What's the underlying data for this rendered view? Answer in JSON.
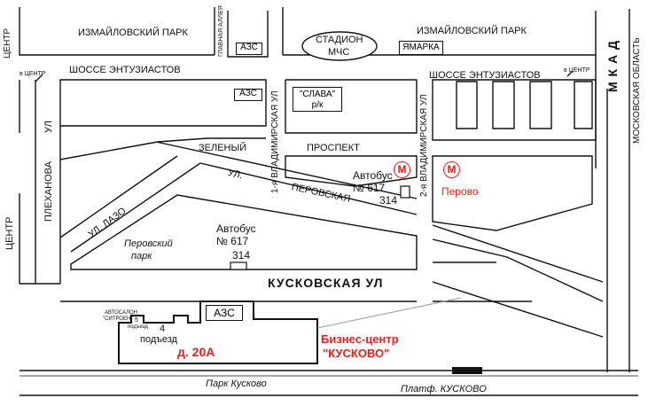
{
  "streets": {
    "izmailovsky_park_left": "ИЗМАЙЛОВСКИЙ ПАРК",
    "izmailovsky_park_right": "ИЗМАЙЛОВСКИЙ ПАРК",
    "glavnaya_alleya": "ГЛАВНАЯ АЛЛЕЯ",
    "shosse_left": "ШОССЕ ЭНТУЗИАСТОВ",
    "shosse_right": "ШОССЕ ЭНТУЗИАСТОВ",
    "zeleny": "ЗЕЛЕНЫЙ",
    "prospekt": "ПРОСПЕКТ",
    "vladimirskaya_1": "1-я ВЛАДИМИРСКАЯ УЛ",
    "vladimirskaya_2": "2-я ВЛАДИМИРСКАЯ УЛ",
    "ul_left": "УЛ",
    "plekhanova": "ПЛЕХАНОВА",
    "ul_lazo": "УЛ. ЛАЗО",
    "ul_perovskaya_ul": "УЛ.",
    "ul_perovskaya_name": "ПЕРОВСКАЯ",
    "kuskovskaya": "КУСКОВСКАЯ УЛ",
    "mkad": "М К А Д",
    "moskovskaya_oblast": "МОСКОВСКАЯ ОБЛАСТЬ",
    "centr_top": "ЦЕНТР",
    "centr_left": "ЦЕНТР",
    "v_centr_left": "в ЦЕНТР",
    "v_centr_right": "в ЦЕНТР",
    "park_kuskovo": "Парк Кусково",
    "platf_kuskovo": "Платф. КУСКОВО",
    "perovsky_park_1": "Перовский",
    "perovsky_park_2": "парк"
  },
  "landmarks": {
    "azs_top": "АЗС",
    "azs_mid": "АЗС",
    "azs_bottom": "АЗС",
    "stadion_1": "СТАДИОН",
    "stadion_2": "МЧС",
    "yarmarka": "ЯМАРКА",
    "slava_1": "\"СЛАВА\"",
    "slava_2": "р/к",
    "avtosalon_1": "АВТОСАЛОН",
    "avtosalon_2": "\"СИТРОЕН\"",
    "pod5_num": "5",
    "pod5_word": "подъезд"
  },
  "transport": {
    "bus_right_1": "Автобус",
    "bus_right_2": "№ 617",
    "bus_right_3": "314",
    "bus_left_1": "Автобус",
    "bus_left_2": "№ 617",
    "bus_left_3": "314",
    "metro_symbol": "М",
    "metro_name": "Перово"
  },
  "target": {
    "entrance_num": "4",
    "entrance_word": "подъезд",
    "building": "д. 20А",
    "bc_1": "Бизнес-центр",
    "bc_2": "\"КУСКОВО\""
  },
  "colors": {
    "accent": "#e8201c",
    "ink": "#111111"
  }
}
